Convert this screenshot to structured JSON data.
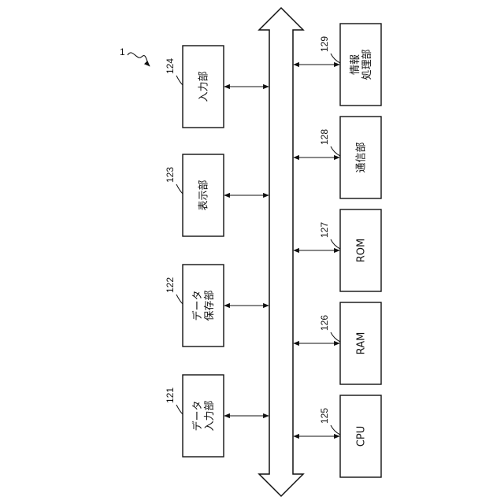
{
  "system_label": "1",
  "left_blocks": [
    {
      "ref": "124",
      "lines": [
        "入力部"
      ]
    },
    {
      "ref": "123",
      "lines": [
        "表示部"
      ]
    },
    {
      "ref": "122",
      "lines": [
        "データ",
        "保存部"
      ]
    },
    {
      "ref": "121",
      "lines": [
        "データ",
        "入力部"
      ]
    }
  ],
  "right_blocks": [
    {
      "ref": "129",
      "lines": [
        "情報",
        "処理部"
      ]
    },
    {
      "ref": "128",
      "lines": [
        "通信部"
      ]
    },
    {
      "ref": "127",
      "lines": [
        "ROM"
      ]
    },
    {
      "ref": "126",
      "lines": [
        "RAM"
      ]
    },
    {
      "ref": "125",
      "lines": [
        "CPU"
      ]
    }
  ]
}
